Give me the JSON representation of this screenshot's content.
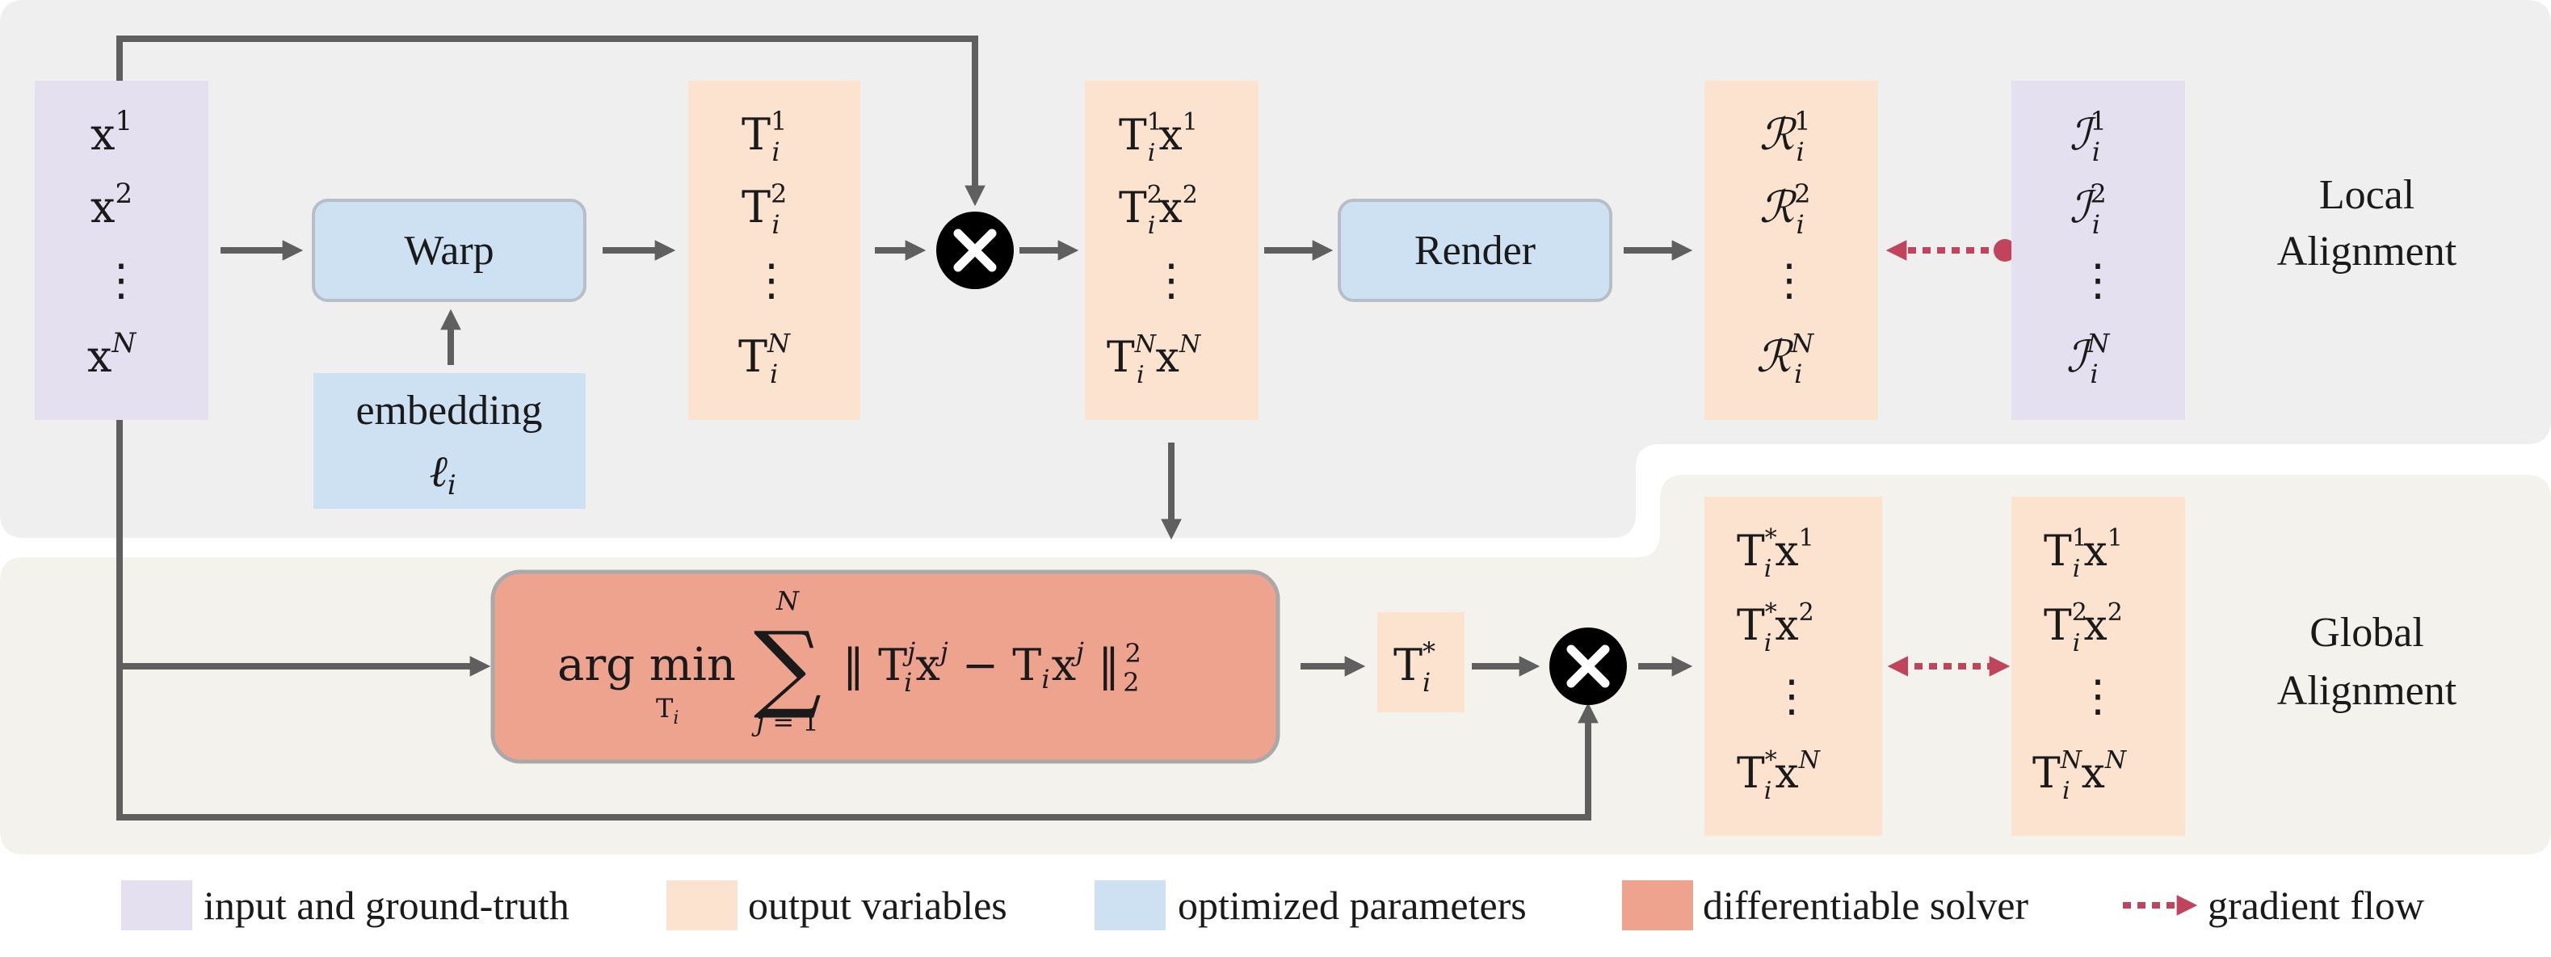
{
  "regions": {
    "local": {
      "label_line1": "Local",
      "label_line2": "Alignment"
    },
    "global": {
      "label_line1": "Global",
      "label_line2": "Alignment"
    }
  },
  "nodes": {
    "warp": {
      "label": "Warp"
    },
    "render": {
      "label": "Render"
    },
    "embedding": {
      "label": "embedding",
      "symbol": "ℓ",
      "symbol_sub": "i"
    }
  },
  "legend": [
    {
      "label": "input and ground-truth",
      "color": "#e5e0f0"
    },
    {
      "label": "output variables",
      "color": "#fbe3d0"
    },
    {
      "label": "optimized parameters",
      "color": "#cde1f3"
    },
    {
      "label": "differentiable solver",
      "color": "#eea38f"
    },
    {
      "label": "gradient flow",
      "color": "#c0455c"
    }
  ],
  "colors": {
    "input": "#e5e0f0",
    "output": "#fbe3d0",
    "param": "#cde1f3",
    "solver": "#eea38f",
    "gradient": "#c0455c",
    "local_bg": "#efeff0",
    "global_bg": "#f3f2ec"
  },
  "icons": [
    "multiply-circle-icon",
    "dashed-arrow-icon",
    "double-dashed-arrow-icon"
  ]
}
